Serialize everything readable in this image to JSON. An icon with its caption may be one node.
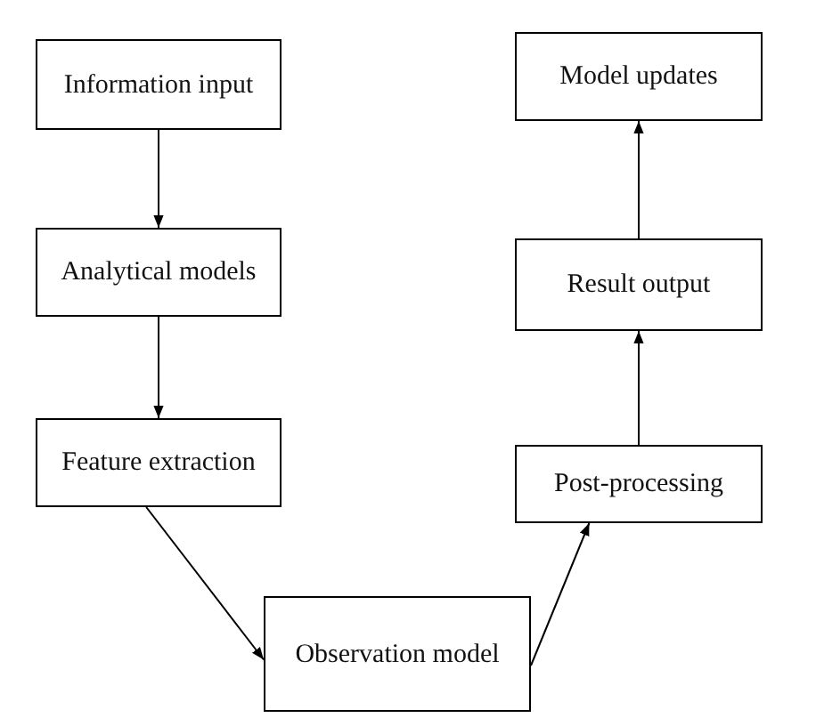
{
  "diagram": {
    "nodes": [
      {
        "text": [
          "Information input"
        ]
      },
      {
        "text": [
          "Analytical models"
        ]
      },
      {
        "text": [
          "Feature extraction"
        ]
      },
      {
        "text": [
          "Observation model"
        ]
      },
      {
        "text": [
          "Post-processing"
        ]
      },
      {
        "text": [
          "Result output"
        ]
      },
      {
        "text": [
          "Model updates"
        ]
      }
    ],
    "edges": [
      {
        "from": 0,
        "to": 1,
        "arrow": "to"
      },
      {
        "from": 1,
        "to": 2,
        "arrow": "to"
      },
      {
        "from": 2,
        "to": 3,
        "arrow": "to"
      },
      {
        "from": 3,
        "to": 4,
        "arrow": "to"
      },
      {
        "from": 4,
        "to": 5,
        "arrow": "to"
      },
      {
        "from": 5,
        "to": 6,
        "arrow": "to"
      }
    ]
  }
}
